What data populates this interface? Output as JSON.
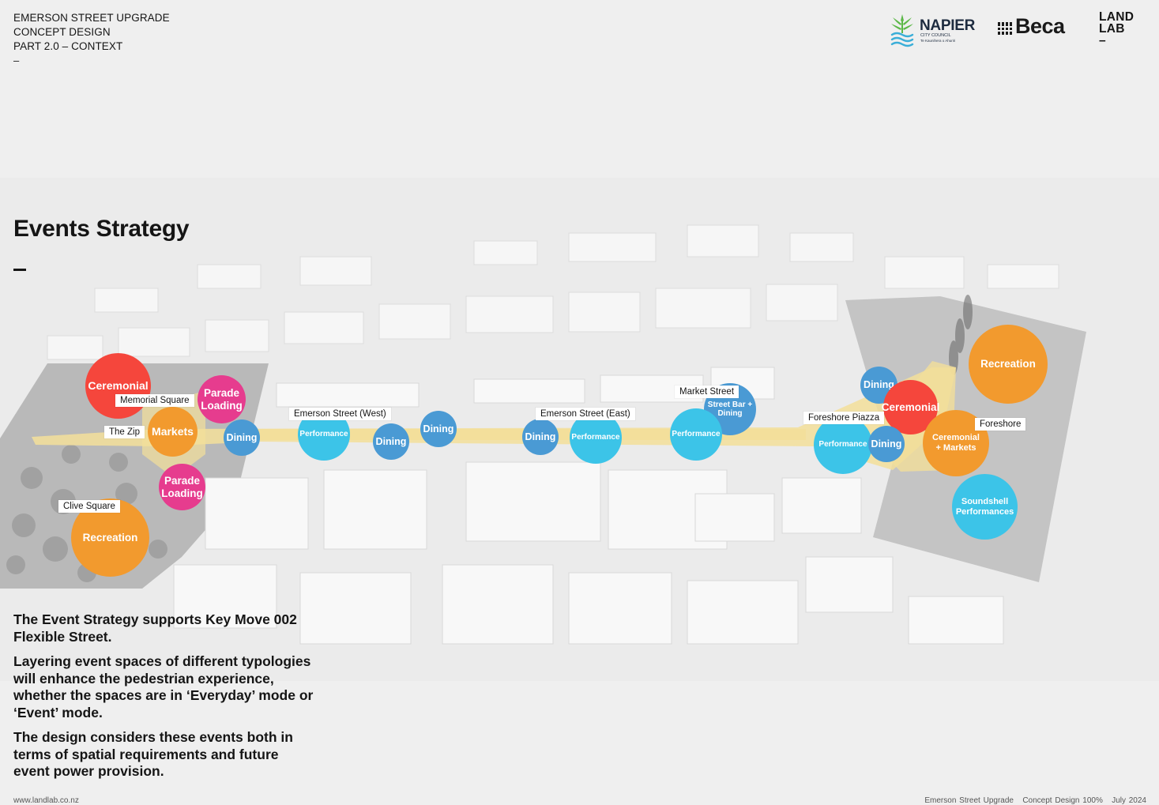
{
  "header": {
    "line1": "EMERSON STREET UPGRADE",
    "line2": "CONCEPT DESIGN",
    "line3": "PART 2.0 – CONTEXT",
    "dash": "–"
  },
  "logos": {
    "napier_word": "NAPIER",
    "napier_sub": "CITY COUNCIL",
    "napier_sub2": "Te Kaunihera o Ahuriri",
    "beca": "Beca",
    "landlab_line1": "LAND",
    "landlab_line2": "LAB",
    "landlab_dash": "–"
  },
  "title": "Events Strategy",
  "map": {
    "colors": {
      "ceremonial": "#f5463c",
      "recreation": "#f29a2e",
      "markets": "#f29a2e",
      "parade": "#e63c8e",
      "dining": "#4a9ad4",
      "performance": "#3cc4e8",
      "street_band": "#f3df9a"
    },
    "places": {
      "memorial_square": "Memorial Square",
      "the_zip": "The Zip",
      "clive_square": "Clive Square",
      "emerson_west": "Emerson Street (West)",
      "emerson_east": "Emerson Street (East)",
      "market_street": "Market Street",
      "foreshore_piazza": "Foreshore Piazza",
      "foreshore": "Foreshore"
    },
    "events": {
      "ceremonial": "Ceremonial",
      "markets": "Markets",
      "parade_loading_1": "Parade",
      "parade_loading_2": "Loading",
      "dining": "Dining",
      "performance": "Performance",
      "recreation": "Recreation",
      "street_bar_1": "Street Bar +",
      "street_bar_2": "Dining",
      "ceremonial_markets_1": "Ceremonial",
      "ceremonial_markets_2": "+ Markets",
      "soundshell_1": "Soundshell",
      "soundshell_2": "Performances"
    }
  },
  "copy": {
    "p1": "The Event Strategy supports Key Move 002 Flexible Street.",
    "p2": "Layering event spaces of different typologies will enhance the pedestrian experience, whether the spaces are in ‘Everyday’ mode or ‘Event’ mode.",
    "p3": "The design considers these events both in terms of spatial requirements and future event power provision."
  },
  "footer": {
    "website": "www.landlab.co.nz",
    "project": "Emerson Street Upgrade",
    "stage": "Concept Design 100%",
    "date": "July 2024"
  }
}
